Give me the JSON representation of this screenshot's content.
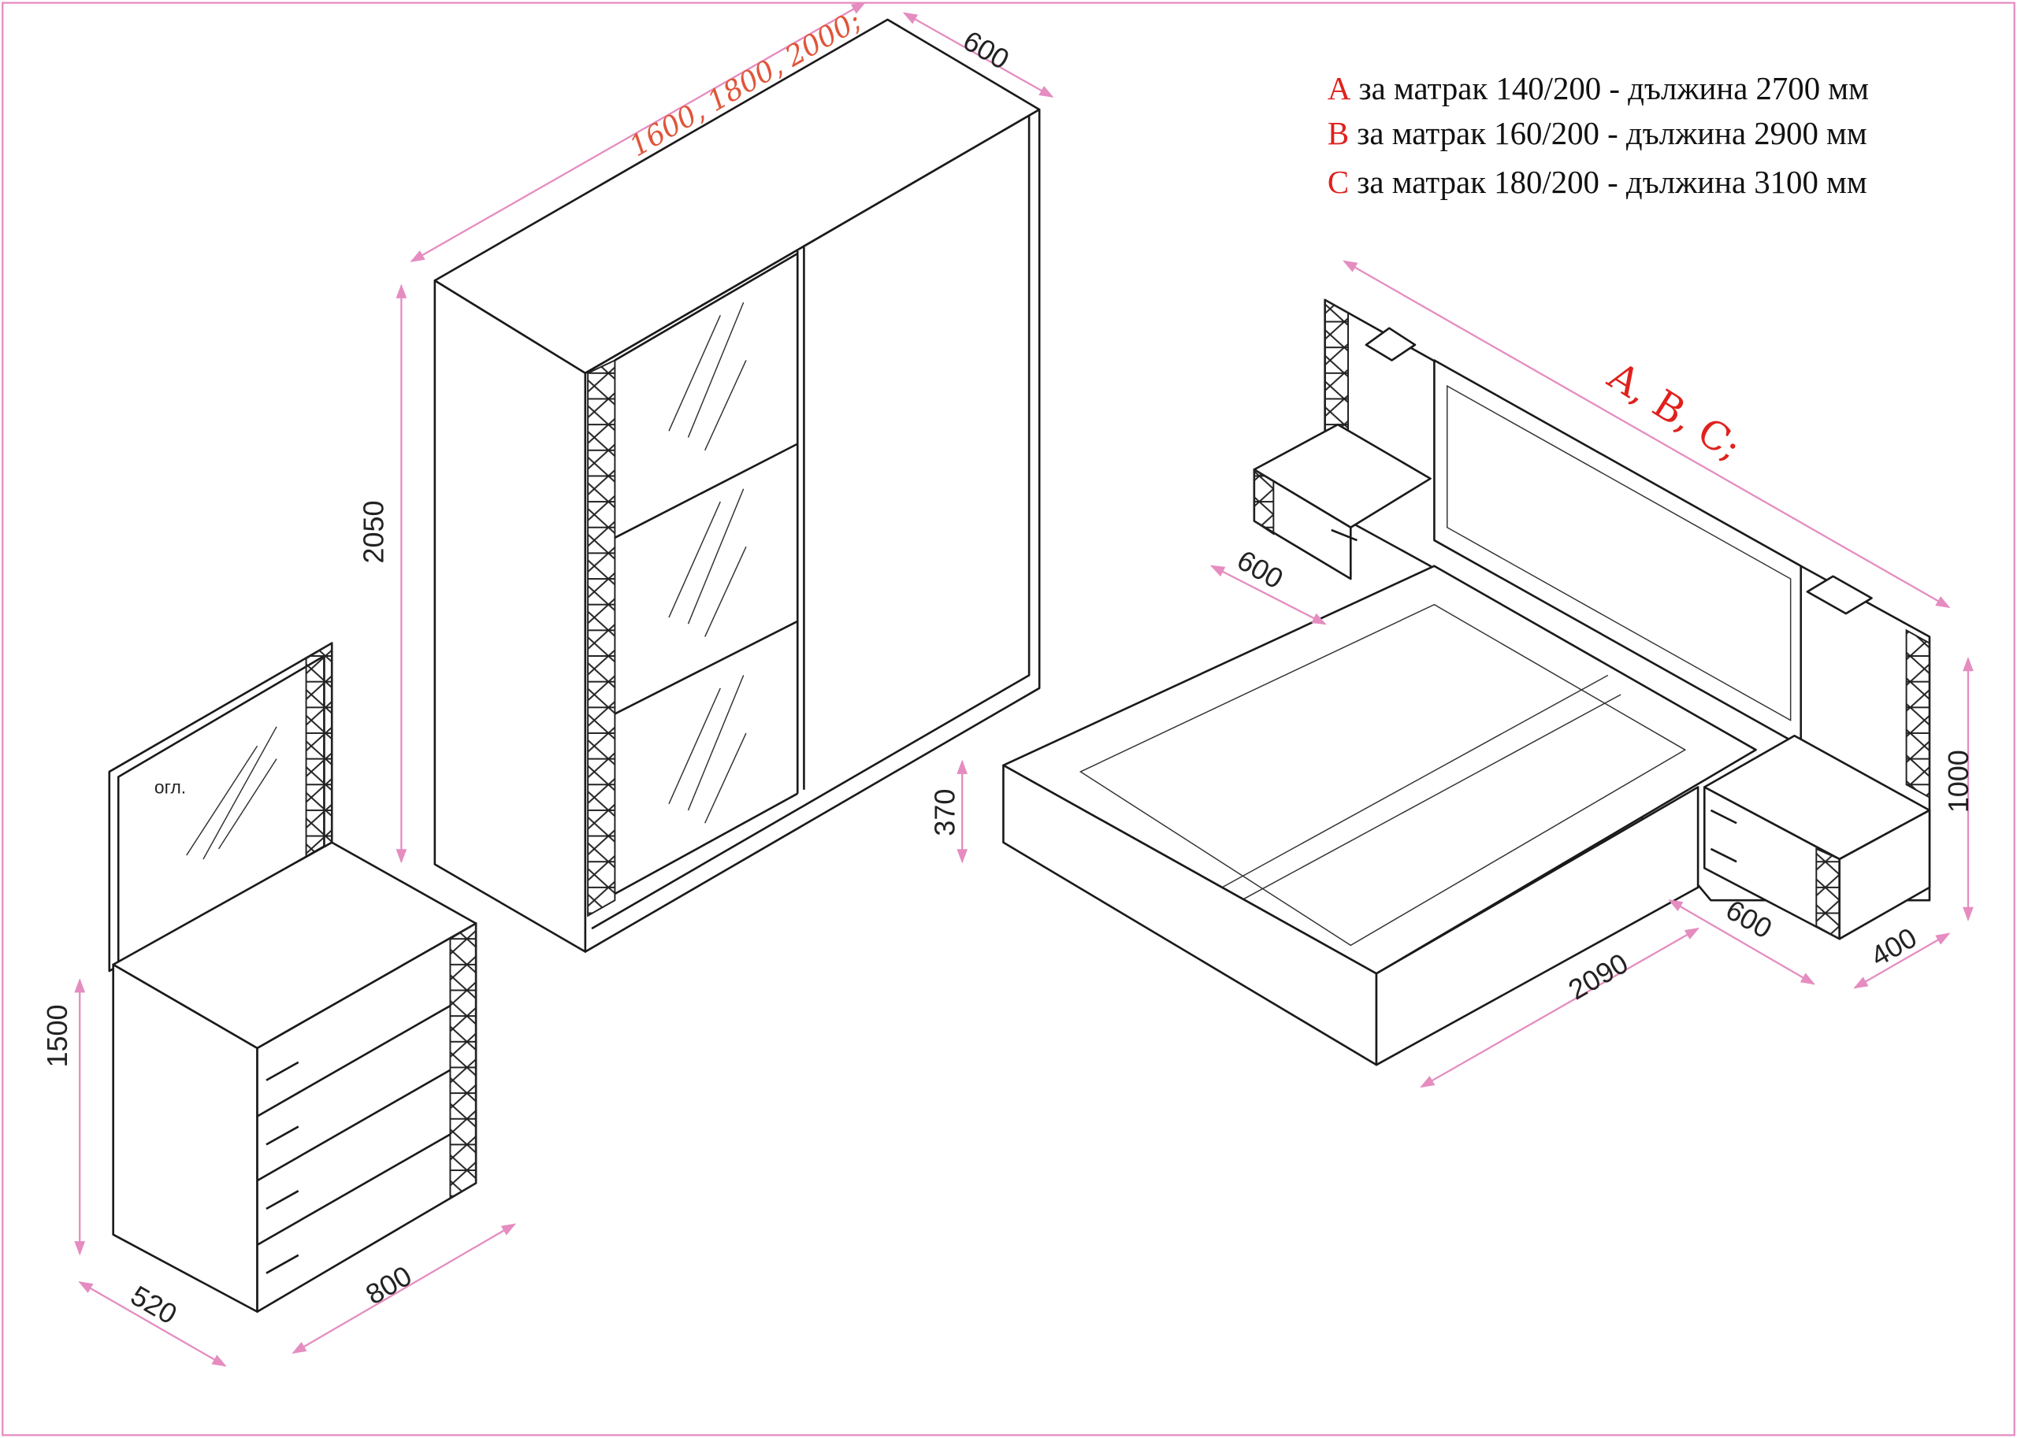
{
  "legend": [
    {
      "key": "A",
      "text": " за матрак 140/200 - дължина 2700 мм"
    },
    {
      "key": "B",
      "text": " за матрак 160/200 - дължина 2900 мм"
    },
    {
      "key": "C",
      "text": " за матрак 180/200 - дължина 3100 мм"
    }
  ],
  "wardrobe": {
    "width_label": "1600, 1800, 2000;",
    "depth_label": "600",
    "height_label": "2050"
  },
  "bed": {
    "length_label": "A, B, C;",
    "nightstand_left_depth": "600",
    "bed_height": "370",
    "headboard_height": "1000",
    "bed_width": "2090",
    "nightstand_right_width": "600",
    "nightstand_right_depth": "400"
  },
  "dresser": {
    "mirror_label": "огл.",
    "height_label": "1500",
    "depth_label": "520",
    "width_label": "800"
  },
  "colors": {
    "dimension_line": "#e58cc0",
    "accent_red": "#e0211d",
    "width_orange": "#e0553a"
  }
}
